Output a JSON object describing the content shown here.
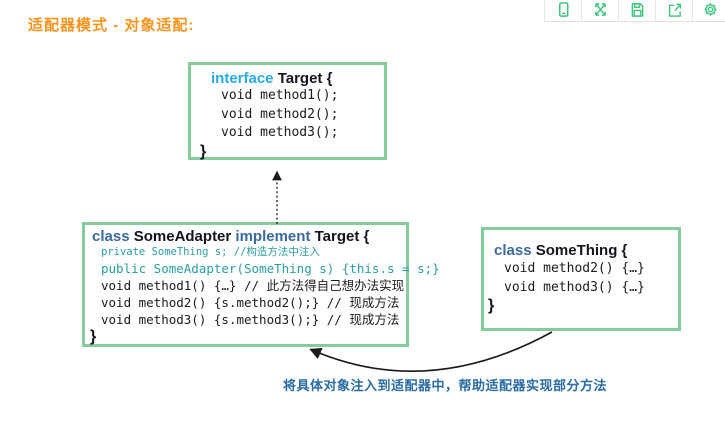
{
  "title": "适配器模式 - 对象适配:",
  "toolbar": {
    "icons": [
      {
        "name": "mobile-preview-icon"
      },
      {
        "name": "expand-icon"
      },
      {
        "name": "save-icon"
      },
      {
        "name": "export-icon"
      },
      {
        "name": "settings-icon"
      }
    ]
  },
  "diagram": {
    "target_box": {
      "keyword": "interface",
      "name": "Target {",
      "lines": [
        "void method1();",
        "void method2();",
        "void method3();"
      ],
      "close": "}"
    },
    "adapter_box": {
      "keyword1": "class",
      "name": "SomeAdapter",
      "keyword2": "implement",
      "rest": "Target {",
      "lines": [
        "private SomeThing s; //构造方法中注入",
        "public SomeAdapter(SomeThing s) {this.s = s;}",
        "void method1() {…} // 此方法得自己想办法实现",
        "void method2() {s.method2();} // 现成方法",
        "void method3() {s.method3();} // 现成方法"
      ],
      "close": "}"
    },
    "something_box": {
      "keyword": "class",
      "name": "SomeThing {",
      "lines": [
        "void method2() {…}",
        "void method3() {…}"
      ],
      "close": "}"
    },
    "caption": "将具体对象注入到适配器中，帮助适配器实现部分方法"
  },
  "colors": {
    "title_orange": "#F7941D",
    "box_border_green": "#85CB9C",
    "keyword_cyan": "#29ABE2",
    "keyword_blue": "#3D6A9E",
    "code_teal": "#2D9DA1",
    "caption_blue": "#2B6CA3",
    "toolbar_icon_green": "#3EC57E"
  }
}
